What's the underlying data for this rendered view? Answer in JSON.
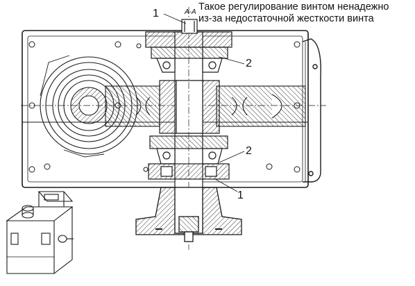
{
  "annotation": {
    "line1": "Такое регулирование винтом ненадежно",
    "line2": "из-за недостаточной жесткости винта"
  },
  "section_mark": "A-A",
  "callouts": {
    "top_screw": "1",
    "upper_bearing": "2",
    "lower_bearing": "2",
    "lower_screw": "1"
  },
  "colors": {
    "line": "#1a1a1a",
    "hatch": "#333333",
    "background": "#ffffff"
  }
}
